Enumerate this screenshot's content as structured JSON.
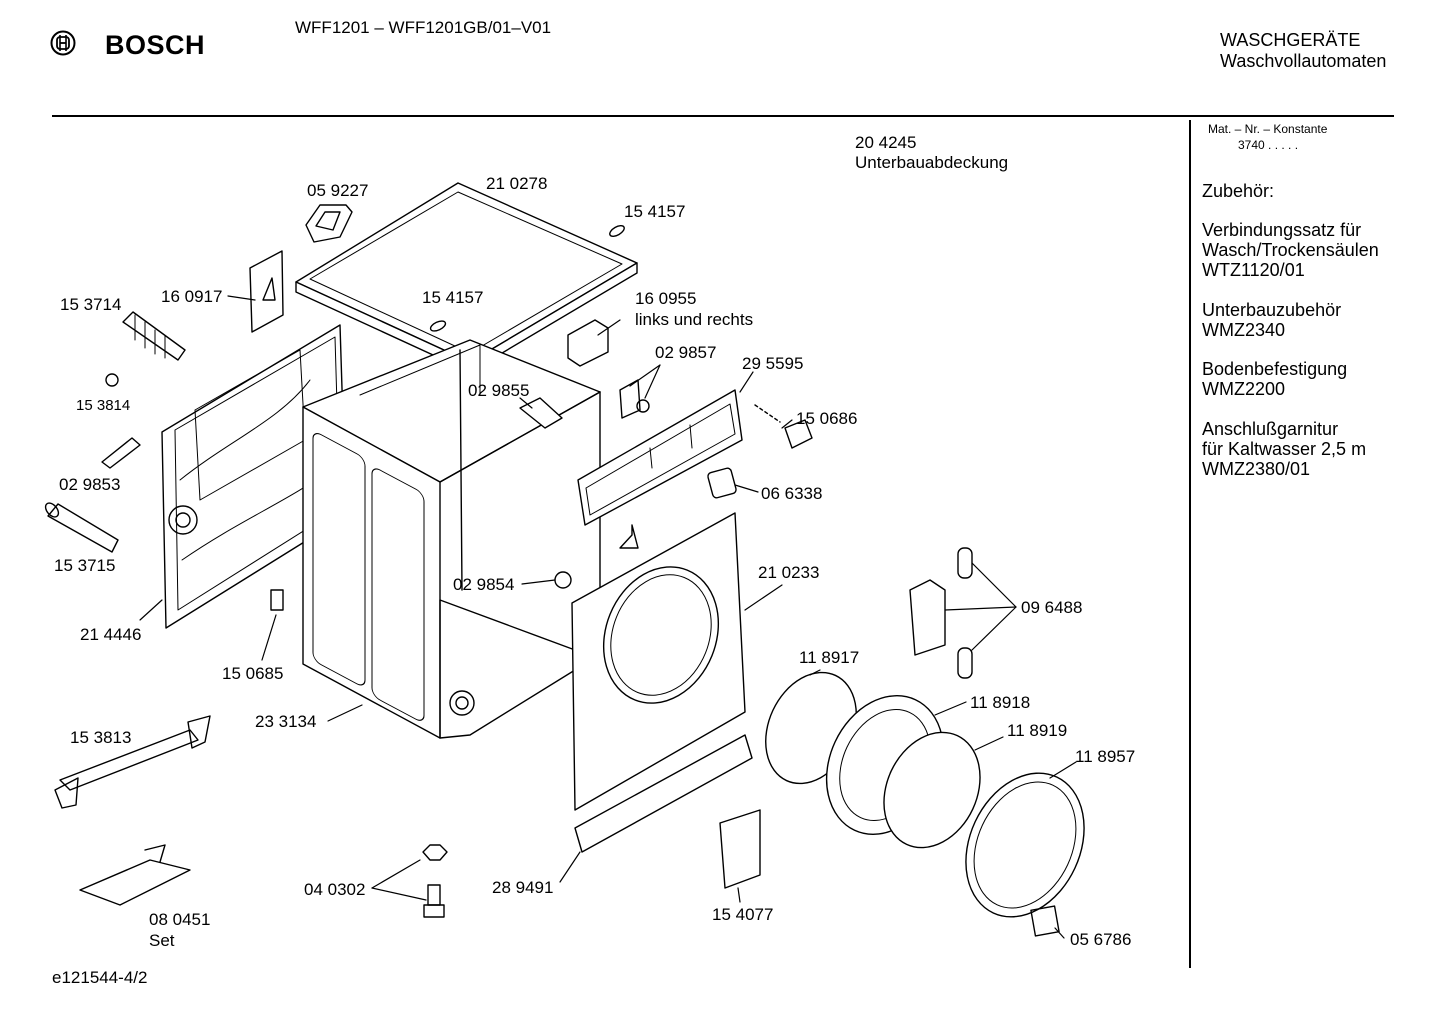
{
  "header": {
    "brand": "BOSCH",
    "model": "WFF1201 – WFF1201GB/01–V01",
    "category_line1": "WASCHGERÄTE",
    "category_line2": "Waschvollautomaten"
  },
  "sidebar": {
    "mat_label": "Mat. – Nr. – Konstante",
    "mat_value": "3740   .   .   .   .   .",
    "accessories_title": "Zubehör:",
    "accessories": [
      {
        "l1": "Verbindungssatz für",
        "l2": "Wasch/Trockensäulen",
        "l3": "WTZ1120/01"
      },
      {
        "l1": "Unterbauzubehör",
        "l2": "WMZ2340"
      },
      {
        "l1": "Bodenbefestigung",
        "l2": "WMZ2200"
      },
      {
        "l1": "Anschlußgarnitur",
        "l2": "für Kaltwasser 2,5 m",
        "l3": "WMZ2380/01"
      }
    ]
  },
  "parts": {
    "p204245": "20 4245",
    "p204245_desc": "Unterbauabdeckung",
    "p059227": "05 9227",
    "p210278": "21 0278",
    "p154157a": "15 4157",
    "p154157b": "15 4157",
    "p160955": "16 0955",
    "p160955_desc": "links und rechts",
    "p153714": "15 3714",
    "p160917": "16 0917",
    "p153814": "15 3814",
    "p029857": "02 9857",
    "p295595": "29 5595",
    "p029855": "02 9855",
    "p150686": "15 0686",
    "p029853": "02 9853",
    "p066338": "06 6338",
    "p153715": "15 3715",
    "p210233": "21 0233",
    "p029854": "02 9854",
    "p096488": "09 6488",
    "p214446": "21 4446",
    "p118917": "11 8917",
    "p150685": "15 0685",
    "p118918": "11 8918",
    "p233134": "23 3134",
    "p118919": "11 8919",
    "p153813": "15 3813",
    "p118957": "11 8957",
    "p040302": "04 0302",
    "p289491": "28 9491",
    "p080451": "08 0451",
    "p080451_desc": "Set",
    "p154077": "15 4077",
    "p056786": "05 6786"
  },
  "footer": {
    "code": "e121544-4/2"
  }
}
